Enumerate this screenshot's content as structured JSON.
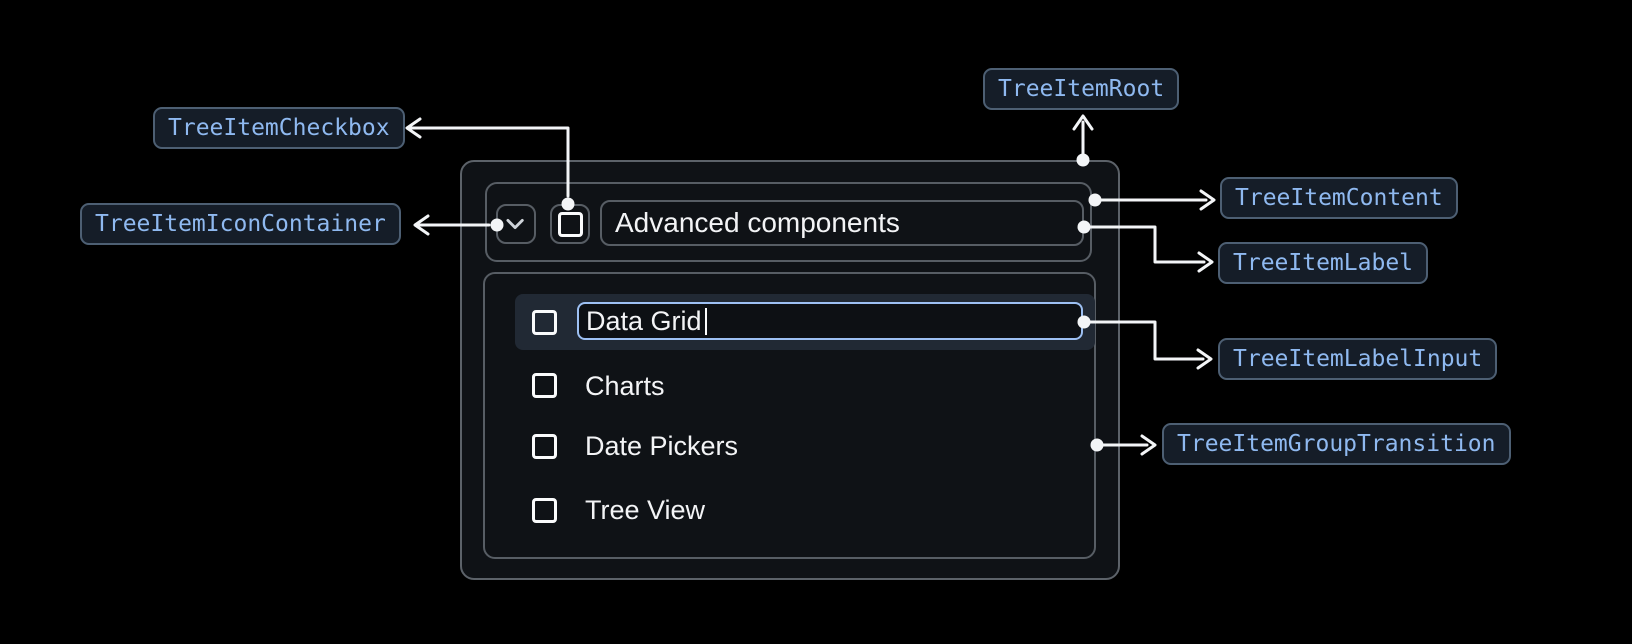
{
  "badges": {
    "root": "TreeItemRoot",
    "checkbox": "TreeItemCheckbox",
    "icon_container": "TreeItemIconContainer",
    "content": "TreeItemContent",
    "label": "TreeItemLabel",
    "label_input": "TreeItemLabelInput",
    "group_transition": "TreeItemGroupTransition"
  },
  "tree": {
    "parent_label": "Advanced components",
    "editing_item": {
      "input_value": "Data Grid"
    },
    "items": [
      {
        "label": "Charts"
      },
      {
        "label": "Date Pickers"
      },
      {
        "label": "Tree View"
      }
    ]
  },
  "colors": {
    "background": "#000000",
    "card_background": "#0f1216",
    "card_border": "#5c6269",
    "inner_border": "#575d64",
    "row_highlight": "#212934",
    "input_border": "#9dc0f3",
    "badge_background": "#151d28",
    "badge_border": "#4d5f73",
    "badge_text": "#8fb9f0",
    "tree_text": "#f3f4f6",
    "connector": "#f3f5f7"
  }
}
